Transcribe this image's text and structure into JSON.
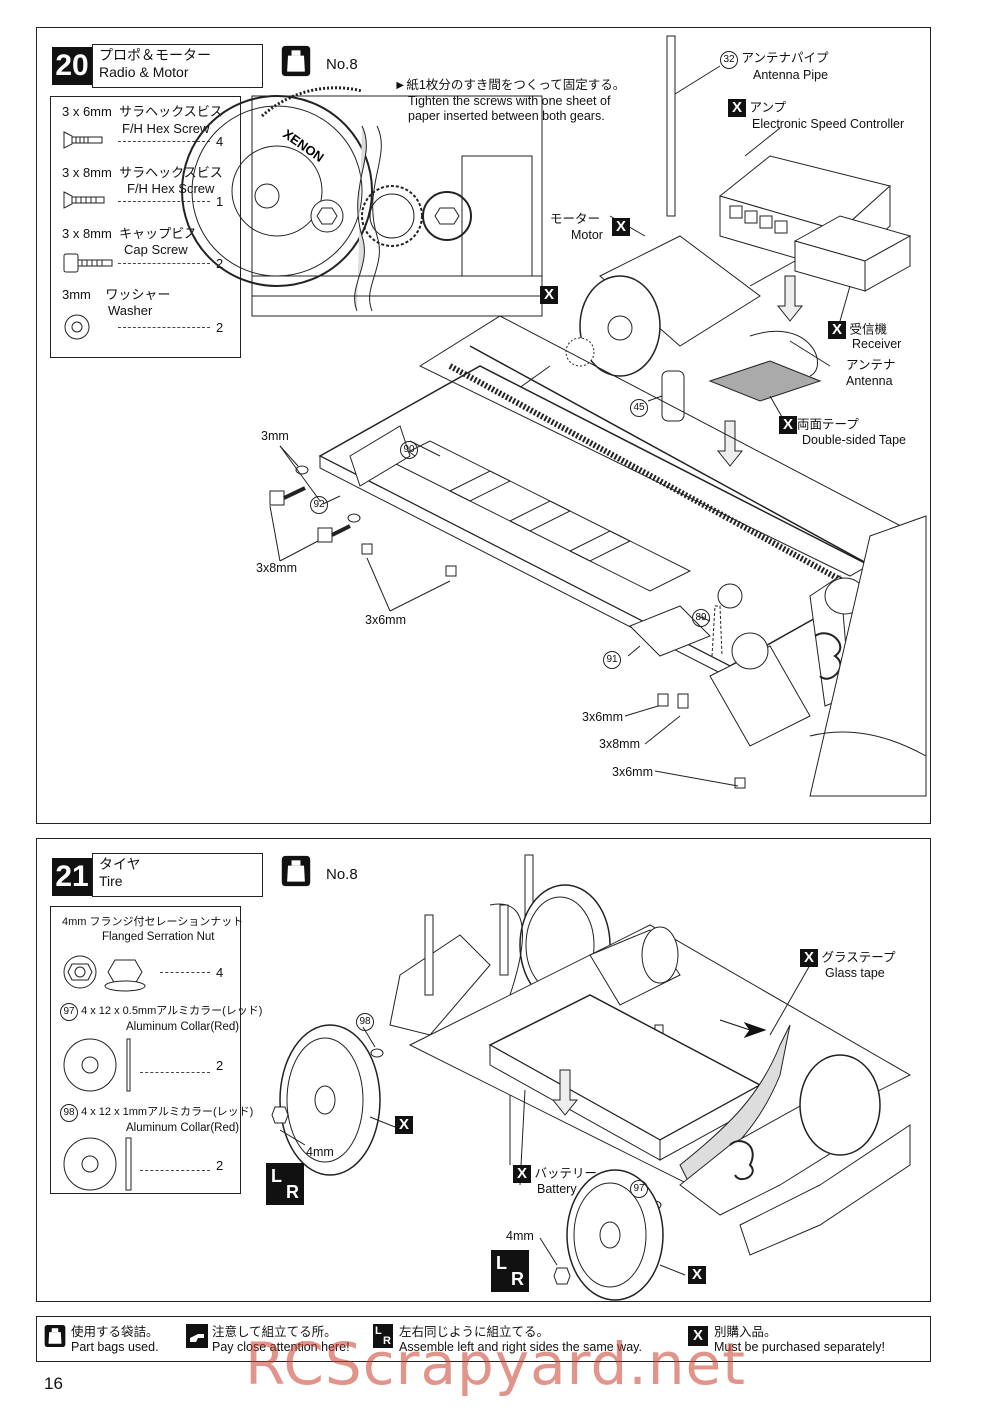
{
  "step20": {
    "number": "20",
    "title_jp": "プロポ＆モーター",
    "title_en": "Radio & Motor",
    "bag": "No.8",
    "parts": [
      {
        "size": "3 x 6mm",
        "jp": "サラヘックスビス",
        "en": "F/H Hex Screw",
        "qty": "4"
      },
      {
        "size": "3 x 8mm",
        "jp": "サラヘックスビス",
        "en": "F/H Hex Screw",
        "qty": "1"
      },
      {
        "size": "3 x 8mm",
        "jp": "キャップビス",
        "en": "Cap Screw",
        "qty": "2"
      },
      {
        "size": "3mm",
        "jp": "ワッシャー",
        "en": "Washer",
        "qty": "2"
      }
    ],
    "note_jp": "►紙1枚分のすき間をつくって固定する。",
    "note_en1": "Tighten the screws with one sheet of",
    "note_en2": "paper inserted between both gears.",
    "gear_brand": "XENON",
    "labels": {
      "antenna_pipe_num": "32",
      "antenna_pipe_jp": "アンテナパイプ",
      "antenna_pipe_en": "Antenna Pipe",
      "esc_jp": "アンプ",
      "esc_en": "Electronic Speed Controller",
      "motor_jp": "モーター",
      "motor_en": "Motor",
      "receiver_jp": "受信機",
      "receiver_en": "Receiver",
      "antenna_jp": "アンテナ",
      "antenna_en": "Antenna",
      "tape_jp": "両面テープ",
      "tape_en": "Double-sided Tape",
      "n45": "45",
      "n90": "90",
      "n92": "92",
      "n89": "89",
      "n91": "91",
      "s3mm": "3mm",
      "s3x8a": "3x8mm",
      "s3x6a": "3x6mm",
      "s3x6b": "3x6mm",
      "s3x8b": "3x8mm",
      "s3x6c": "3x6mm"
    }
  },
  "step21": {
    "number": "21",
    "title_jp": "タイヤ",
    "title_en": "Tire",
    "bag": "No.8",
    "parts": [
      {
        "head": "4mm  フランジ付セレーションナット",
        "en": "Flanged Serration Nut",
        "qty": "4"
      },
      {
        "head": "4 x 12 x 0.5mmアルミカラー(レッド)",
        "num": "97",
        "en": "Aluminum Collar(Red)",
        "qty": "2"
      },
      {
        "head": "4 x 12 x 1mmアルミカラー(レッド)",
        "num": "98",
        "en": "Aluminum Collar(Red)",
        "qty": "2"
      }
    ],
    "labels": {
      "glass_jp": "グラステープ",
      "glass_en": "Glass tape",
      "battery_jp": "バッテリー",
      "battery_en": "Battery",
      "n98": "98",
      "n97": "97",
      "s4mm_a": "4mm",
      "s4mm_b": "4mm"
    }
  },
  "legend": [
    {
      "jp": "使用する袋詰。",
      "en": "Part bags used."
    },
    {
      "jp": "注意して組立てる所。",
      "en": "Pay close attention here!"
    },
    {
      "jp": "左右同じように組立てる。",
      "en": "Assemble left and right sides the same way."
    },
    {
      "jp": "別購入品。",
      "en": "Must be purchased separately!"
    }
  ],
  "x_mark": "X",
  "lr_mark_l": "L",
  "lr_mark_r": "R",
  "page_number": "16",
  "watermark": "RCScrapyard.net"
}
